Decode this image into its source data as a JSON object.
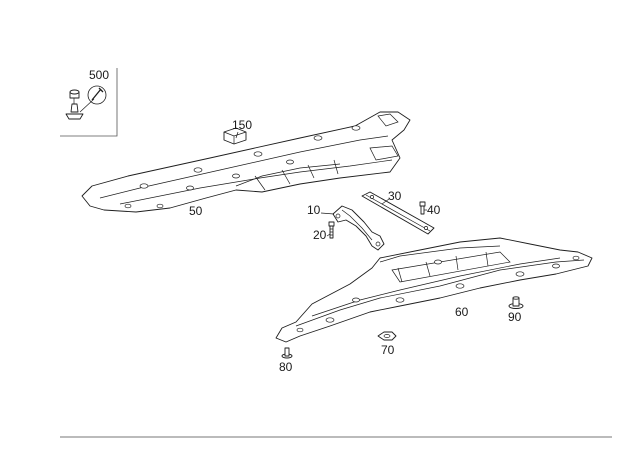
{
  "labels": {
    "p500": "500",
    "p150": "150",
    "p50": "50",
    "p30": "30",
    "p10": "10",
    "p40": "40",
    "p20": "20",
    "p60": "60",
    "p90": "90",
    "p70": "70",
    "p80": "80"
  },
  "icons": {
    "tool": "wrench-icon"
  },
  "colors": {
    "line": "#1e1e1e",
    "background": "#ffffff",
    "footer_rule": "#777777"
  }
}
